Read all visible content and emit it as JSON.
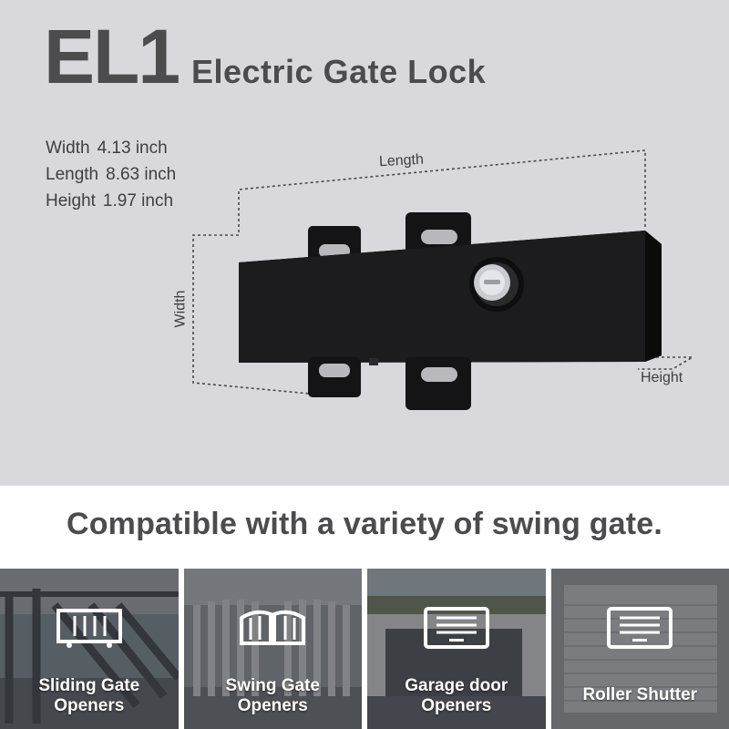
{
  "header": {
    "model": "EL1",
    "product": "Electric Gate Lock"
  },
  "specs": [
    {
      "label": "Width",
      "value": "4.13 inch"
    },
    {
      "label": "Length",
      "value": "8.63 inch"
    },
    {
      "label": "Height",
      "value": "1.97 inch"
    }
  ],
  "dimensions": {
    "length": "Length",
    "width": "Width",
    "height": "Height"
  },
  "compat": {
    "title": "Compatible with a variety of swing gate.",
    "items": [
      {
        "line1": "Sliding Gate",
        "line2": "Openers",
        "icon": "sliding-gate-icon"
      },
      {
        "line1": "Swing Gate",
        "line2": "Openers",
        "icon": "swing-gate-icon"
      },
      {
        "line1": "Garage door",
        "line2": "Openers",
        "icon": "garage-door-icon"
      },
      {
        "line1": "Roller Shutter",
        "line2": "",
        "icon": "roller-shutter-icon"
      }
    ]
  },
  "colors": {
    "top_bg": "#d9d8dd",
    "text": "#4c4c4e",
    "product_body": "#1c1c1e"
  }
}
